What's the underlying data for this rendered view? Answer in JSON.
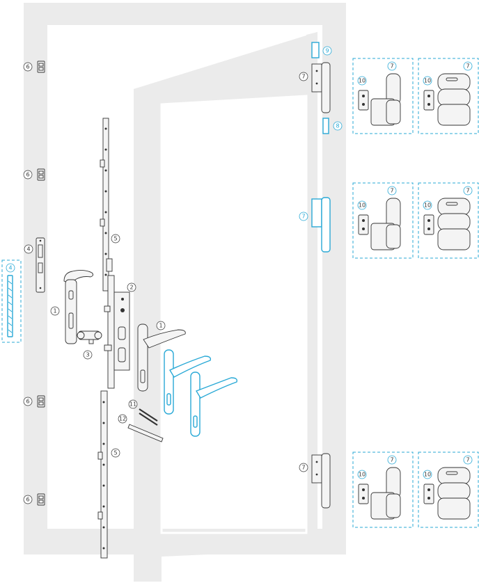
{
  "diagram": {
    "colors": {
      "frame": "#ebebeb",
      "outline": "#333333",
      "accent": "#29a9d6",
      "background": "#ffffff"
    },
    "callouts": {
      "handle_left": "1",
      "handle_right": "1",
      "lock_case": "2",
      "cylinder": "3",
      "strike_plate": "4",
      "strike_plate_alt": "4",
      "rod_upper": "5",
      "rod_lower": "5",
      "keeper_1": "6",
      "keeper_2": "6",
      "keeper_3": "6",
      "keeper_4": "6",
      "hinge_top": "7",
      "hinge_middle": "7",
      "hinge_bottom": "7",
      "hinge_cap": "8",
      "hinge_plate": "9",
      "rod_pin": "11",
      "square_spindle": "12"
    },
    "hinge_detail_labels": {
      "hinge_number": "7",
      "plate_number": "10"
    }
  }
}
